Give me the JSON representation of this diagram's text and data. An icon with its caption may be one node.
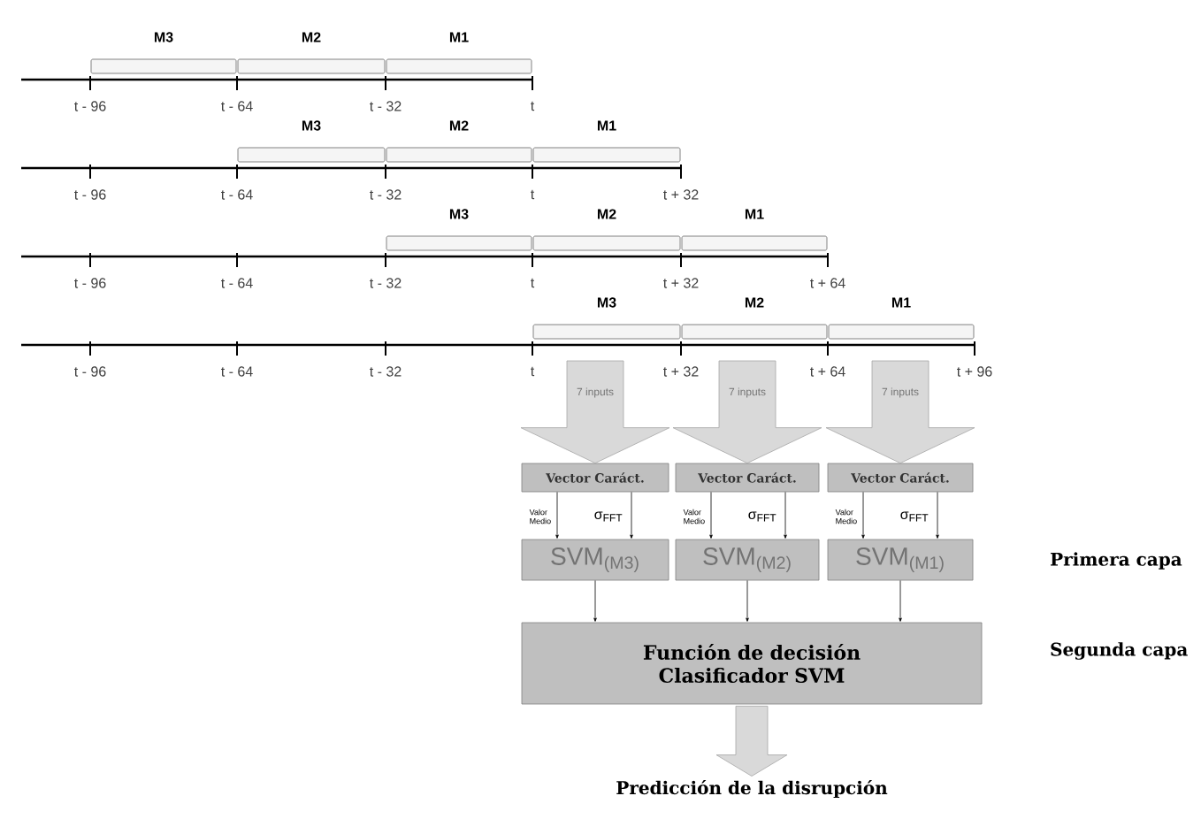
{
  "diagram": {
    "nodes": [
      {
        "text": [
          "M3"
        ]
      },
      {
        "text": [
          "M2"
        ]
      },
      {
        "text": [
          "M1"
        ]
      },
      {
        "text": [
          "M3"
        ]
      },
      {
        "text": [
          "M2"
        ]
      },
      {
        "text": [
          "M1"
        ]
      },
      {
        "text": [
          "M3"
        ]
      },
      {
        "text": [
          "M2"
        ]
      },
      {
        "text": [
          "M1"
        ]
      },
      {
        "text": [
          "M3"
        ]
      },
      {
        "text": [
          "M2"
        ]
      },
      {
        "text": [
          "M1"
        ]
      },
      {
        "text": [
          "Vector Caráct."
        ]
      },
      {
        "text": [
          "Vector Caráct."
        ]
      },
      {
        "text": [
          "Vector Caráct."
        ]
      },
      {
        "text": [
          "SVM$_{(M3)}$"
        ]
      },
      {
        "text": [
          "SVM$_{(M2)}$"
        ]
      },
      {
        "text": [
          "SVM$_{(M1)}$"
        ]
      },
      {
        "text": [
          "Función de decisión Clasificador SVM"
        ]
      },
      {
        "text": [
          "Predicción de la disrupción"
        ]
      }
    ],
    "edges": [
      {
        "from": 9,
        "to": 12,
        "arrow": "to",
        "style": "thick",
        "color": "#d9d9d9",
        "label": "7 inputs"
      },
      {
        "from": 10,
        "to": 13,
        "arrow": "to",
        "style": "thick",
        "color": "#d9d9d9",
        "label": "7 inputs"
      },
      {
        "from": 11,
        "to": 14,
        "arrow": "to",
        "style": "thick",
        "color": "#d9d9d9",
        "label": "7 inputs"
      },
      {
        "from": 12,
        "to": 15,
        "arrow": "to",
        "label": "Valor Medio"
      },
      {
        "from": 12,
        "to": 15,
        "arrow": "to",
        "label": "σ$_{FFT}$"
      },
      {
        "from": 13,
        "to": 16,
        "arrow": "to",
        "label": "Valor Medio"
      },
      {
        "from": 13,
        "to": 16,
        "arrow": "to",
        "label": "σ$_{FFT}$"
      },
      {
        "from": 14,
        "to": 17,
        "arrow": "to",
        "label": "Valor Medio"
      },
      {
        "from": 14,
        "to": 17,
        "arrow": "to",
        "label": "σ$_{FFT}$"
      },
      {
        "from": 15,
        "to": 18,
        "arrow": "to"
      },
      {
        "from": 16,
        "to": 18,
        "arrow": "to"
      },
      {
        "from": 17,
        "to": 18,
        "arrow": "to"
      },
      {
        "from": 18,
        "to": 19,
        "arrow": "to",
        "style": "thick",
        "color": "#d9d9d9"
      }
    ],
    "labels": [
      "t - 96",
      "t - 64",
      "t - 32",
      "t",
      "t - 96",
      "t - 64",
      "t - 32",
      "t",
      "t + 32",
      "t - 96",
      "t - 64",
      "t - 32",
      "t",
      "t + 32",
      "t + 64",
      "t - 96",
      "t - 64",
      "t - 32",
      "t",
      "t + 32",
      "t + 64",
      "t + 96",
      "Primera capa",
      "Segunda capa"
    ]
  }
}
